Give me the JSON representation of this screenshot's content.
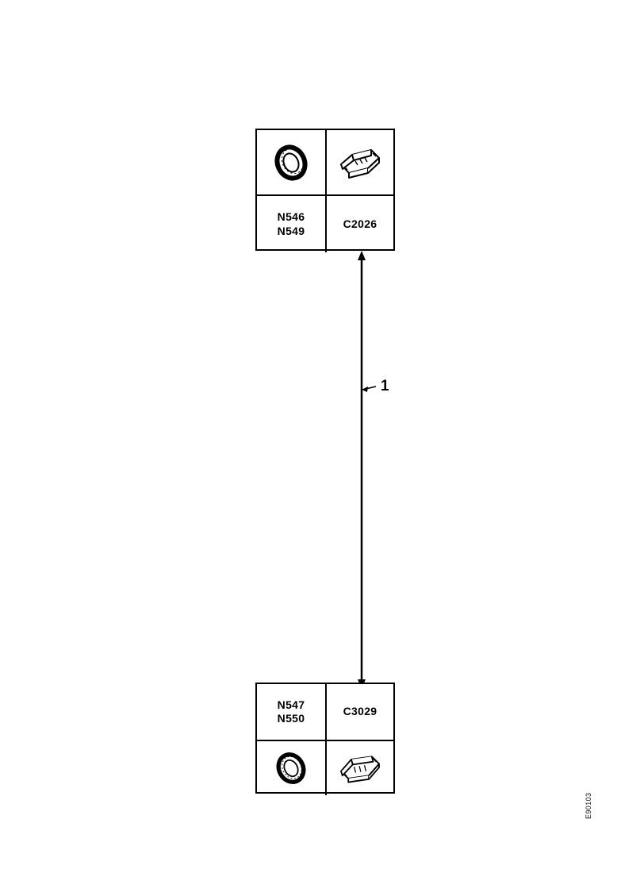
{
  "diagram": {
    "type": "wiring-connector-link",
    "title": "",
    "drawing_reference": "E90103",
    "callouts": [
      {
        "id": "1",
        "label": "1",
        "describes": "harness-wire-link"
      }
    ],
    "connectors": [
      {
        "position": "top",
        "terminal_codes": "N546\nN549",
        "connector_code": "C2026",
        "seal_icon": "o-ring-seal-icon",
        "housing_icon": "connector-housing-icon"
      },
      {
        "position": "bottom",
        "terminal_codes": "N547\nN550",
        "connector_code": "C3029",
        "seal_icon": "o-ring-seal-icon",
        "housing_icon": "connector-housing-icon"
      }
    ],
    "wire": {
      "from": "C3029",
      "to": "C2026",
      "arrow_top": "arrow-up",
      "arrow_bottom": "arrow-down"
    },
    "colors": {
      "line": "#000000",
      "background": "#ffffff",
      "text": "#000000"
    }
  }
}
